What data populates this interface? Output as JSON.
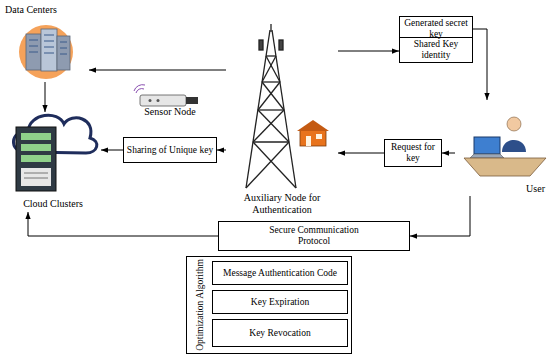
{
  "diagram": {
    "nodes": [
      {
        "text": [
          "Data Centers"
        ]
      },
      {
        "text": [
          "Sensor Node"
        ]
      },
      {
        "text": [
          "Auxiliary Node for Authentication"
        ]
      },
      {
        "text": [
          "Generated secret key"
        ]
      },
      {
        "text": [
          "Shared Key identity"
        ]
      },
      {
        "text": [
          "User"
        ]
      },
      {
        "text": [
          "Cloud Clusters"
        ]
      },
      {
        "text": [
          "Sharing of Unique key"
        ]
      },
      {
        "text": [
          "Request for key"
        ]
      },
      {
        "text": [
          "Secure Communication Protocol"
        ]
      },
      {
        "text": [
          "Optimization Algorithm"
        ]
      },
      {
        "text": [
          "Message Authentication Code"
        ],
        "in": 10
      },
      {
        "text": [
          "Key Expiration"
        ],
        "in": 10
      },
      {
        "text": [
          "Key Revocation"
        ],
        "in": 10
      }
    ],
    "edges": [
      {
        "from": 2,
        "to": 0,
        "arrow": "to"
      },
      {
        "from": 2,
        "to": 4,
        "arrow": "to"
      },
      {
        "from": 3,
        "to": 5,
        "arrow": "to"
      },
      {
        "from": 5,
        "to": 8,
        "arrow": "to"
      },
      {
        "from": 8,
        "to": 2,
        "arrow": "to"
      },
      {
        "from": 2,
        "to": 7,
        "arrow": "to"
      },
      {
        "from": 7,
        "to": 6,
        "arrow": "to"
      },
      {
        "from": 0,
        "to": 6,
        "arrow": "to"
      },
      {
        "from": 5,
        "to": 9,
        "arrow": "to"
      },
      {
        "from": 9,
        "to": 6,
        "arrow": "to"
      }
    ]
  }
}
